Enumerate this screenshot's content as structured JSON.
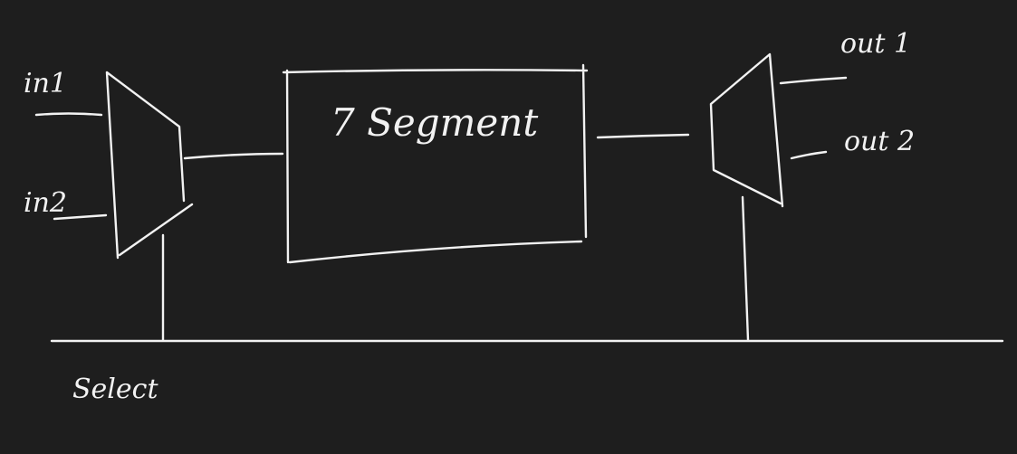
{
  "diagram": {
    "background_color": "#1e1e1e",
    "ink_color": "#f2f2f2",
    "block_label": "7 Segment",
    "inputs": [
      "in1",
      "in2"
    ],
    "outputs": [
      "out 1",
      "out 2"
    ],
    "bus_label": "Select"
  }
}
